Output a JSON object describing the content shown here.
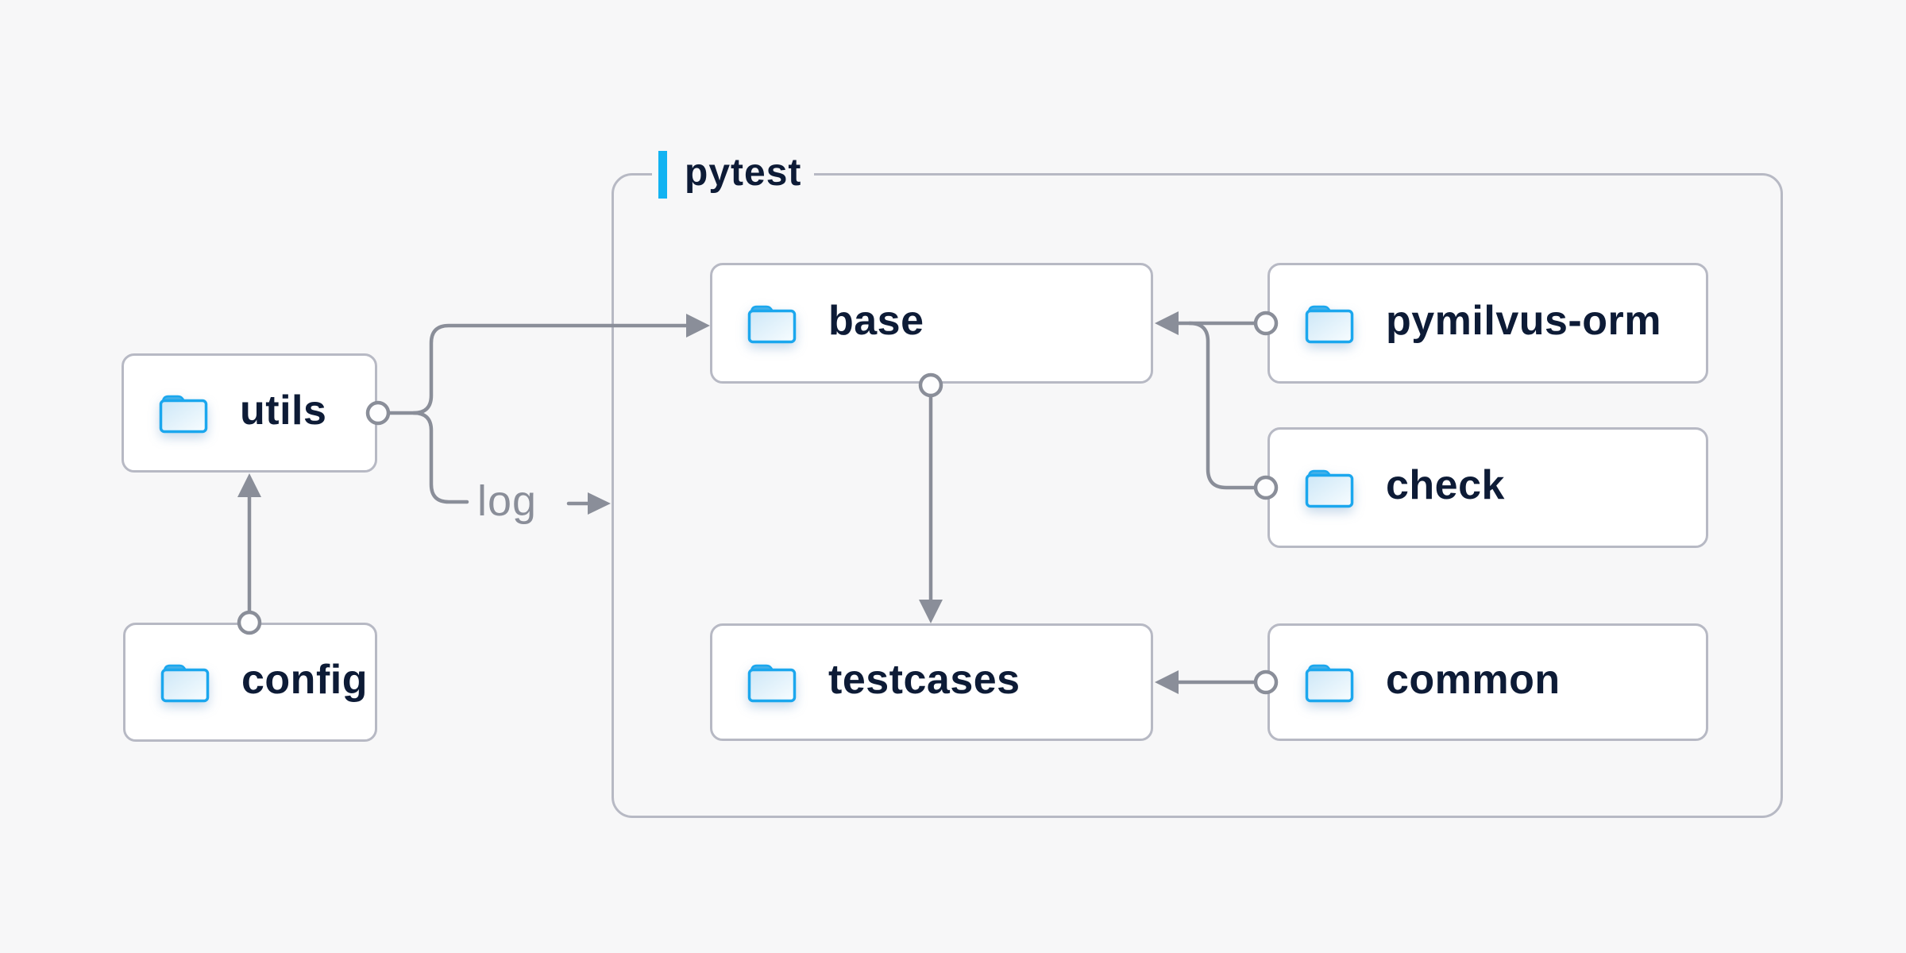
{
  "diagram": {
    "type": "folder-structure-diagram",
    "background": "#f7f7f8",
    "colors": {
      "accent_cyan": "#12b3f2",
      "connector_gray": "#8a8e99",
      "box_border_gray": "#b7b9c4",
      "box_fill": "#ffffff",
      "label_navy": "#0d1b36",
      "folder_stroke_blue": "#1ba7ee",
      "folder_tab_blue": "#45b0e8",
      "folder_body_light": "#cde7f7"
    },
    "group": {
      "label": "pytest"
    },
    "nodes": [
      {
        "id": "utils",
        "label": "utils",
        "icon": "folder-icon"
      },
      {
        "id": "config",
        "label": "config",
        "icon": "folder-icon"
      },
      {
        "id": "base",
        "label": "base",
        "icon": "folder-icon"
      },
      {
        "id": "pymilvus-orm",
        "label": "pymilvus-orm",
        "icon": "folder-icon"
      },
      {
        "id": "check",
        "label": "check",
        "icon": "folder-icon"
      },
      {
        "id": "testcases",
        "label": "testcases",
        "icon": "folder-icon"
      },
      {
        "id": "common",
        "label": "common",
        "icon": "folder-icon"
      }
    ],
    "edge_label": "log",
    "edges": [
      {
        "from": "config",
        "to": "utils",
        "style": "arrow-with-port-circle"
      },
      {
        "from": "utils",
        "to": "base",
        "style": "arrow-with-port-circle"
      },
      {
        "from": "utils",
        "to": "log",
        "style": "branch-label"
      },
      {
        "from": "log",
        "to": "pytest",
        "style": "arrow"
      },
      {
        "from": "base",
        "to": "testcases",
        "style": "arrow-with-port-circle"
      },
      {
        "from": "pymilvus-orm",
        "to": "base",
        "style": "arrow-with-port-circle"
      },
      {
        "from": "check",
        "to": "base",
        "style": "merge-with-port-circle"
      },
      {
        "from": "common",
        "to": "testcases",
        "style": "arrow-with-port-circle"
      }
    ]
  }
}
